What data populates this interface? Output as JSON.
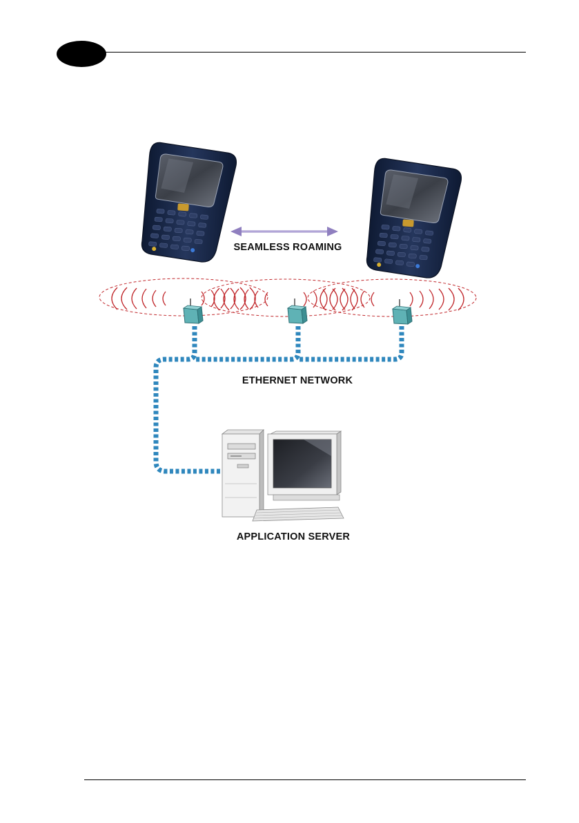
{
  "labels": {
    "roaming": "SEAMLESS ROAMING",
    "network": "ETHERNET NETWORK",
    "server": "APPLICATION SERVER"
  },
  "colors": {
    "ethernet": "#2f87bd",
    "coverage": "#c0262a",
    "roaming_arrow": "#8f7fbf",
    "device_body": "#1b2a4a",
    "access_point": "#5fb2b5"
  },
  "icons": [
    "mobile-computer-icon",
    "access-point-icon",
    "desktop-computer-icon",
    "double-arrow-icon"
  ]
}
